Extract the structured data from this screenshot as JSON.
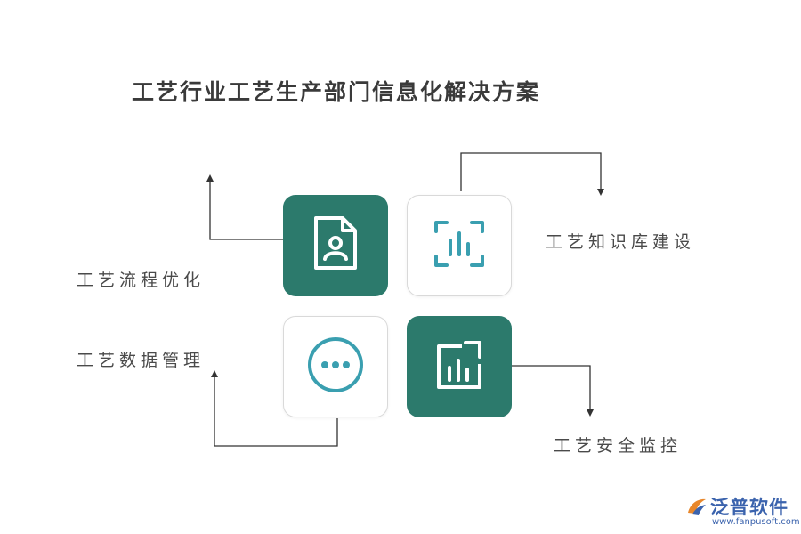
{
  "title": "工艺行业工艺生产部门信息化解决方案",
  "items": [
    {
      "label": "工艺流程优化",
      "icon": "document-user-icon"
    },
    {
      "label": "工艺知识库建设",
      "icon": "bar-chart-frame-icon"
    },
    {
      "label": "工艺数据管理",
      "icon": "more-dots-icon"
    },
    {
      "label": "工艺安全监控",
      "icon": "chart-export-icon"
    }
  ],
  "colors": {
    "accent": "#2c7a6c",
    "icon_teal": "#3a9fb0",
    "logo_blue": "#3b63ad"
  },
  "logo": {
    "text": "泛普软件",
    "url": "www.fanpusoft.com"
  }
}
